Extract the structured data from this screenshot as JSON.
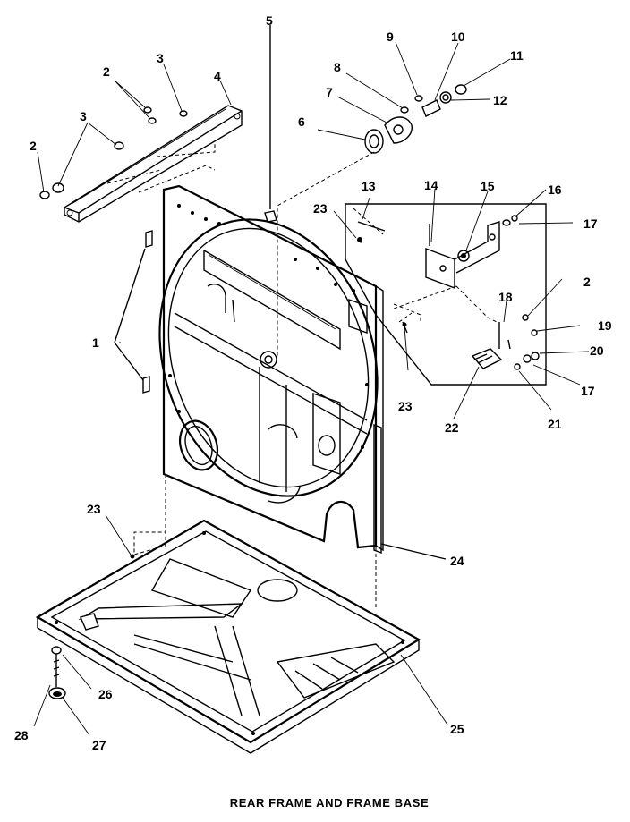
{
  "caption": "REAR FRAME AND FRAME BASE",
  "callouts": [
    "1",
    "2",
    "2",
    "2",
    "3",
    "3",
    "4",
    "5",
    "6",
    "7",
    "8",
    "9",
    "10",
    "11",
    "12",
    "13",
    "14",
    "15",
    "16",
    "17",
    "17",
    "18",
    "19",
    "20",
    "21",
    "22",
    "23",
    "23",
    "23",
    "24",
    "25",
    "26",
    "27",
    "28"
  ]
}
